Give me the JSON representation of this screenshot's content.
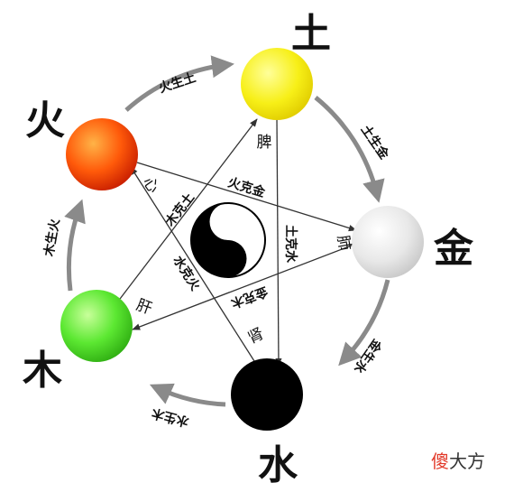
{
  "elements": {
    "fire": {
      "label": "火",
      "organ": "心",
      "color": "#ff5a0a"
    },
    "earth": {
      "label": "土",
      "organ": "脾",
      "color": "#f7ef17"
    },
    "metal": {
      "label": "金",
      "organ": "肺",
      "color": "#e8e8e8"
    },
    "water": {
      "label": "水",
      "organ": "肾",
      "color": "#000000"
    },
    "wood": {
      "label": "木",
      "organ": "肝",
      "color": "#5ce832"
    }
  },
  "generating": {
    "fire_earth": "火生土",
    "earth_metal": "土生金",
    "metal_water": "金生水",
    "water_wood": "水生木",
    "wood_fire": "木生火"
  },
  "controlling": {
    "fire_metal": "火克金",
    "earth_water": "土克水",
    "metal_wood": "金克木",
    "water_fire": "水克火",
    "wood_earth": "木克土"
  },
  "watermark": {
    "char1": "傻",
    "rest": "大方"
  }
}
